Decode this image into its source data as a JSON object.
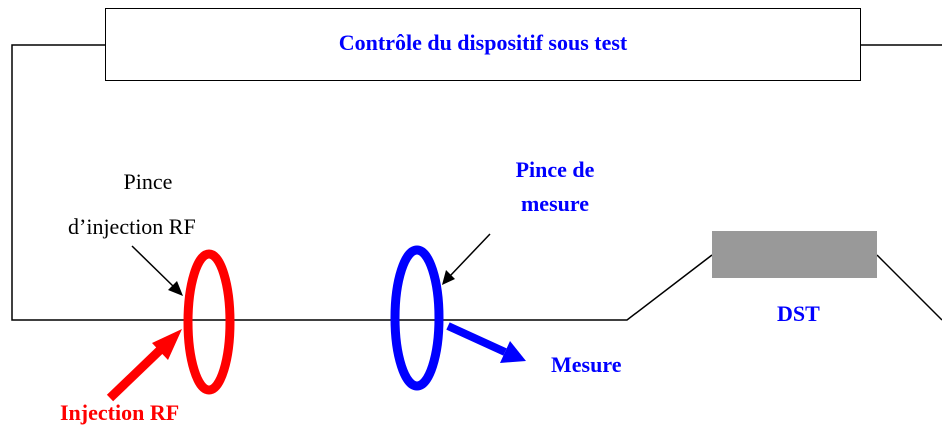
{
  "control_box": {
    "label": "Contrôle du dispositif sous test"
  },
  "injection_clamp": {
    "label_line1": "Pince",
    "label_line2": "d’injection RF"
  },
  "measure_clamp": {
    "label_line1": "Pince de",
    "label_line2": "mesure"
  },
  "device": {
    "label": "DST"
  },
  "injection": {
    "label": "Injection RF"
  },
  "measurement": {
    "label": "Mesure"
  },
  "colors": {
    "injection": "#ff0000",
    "measure": "#0000ff",
    "device": "#999999",
    "wire": "#000000"
  }
}
